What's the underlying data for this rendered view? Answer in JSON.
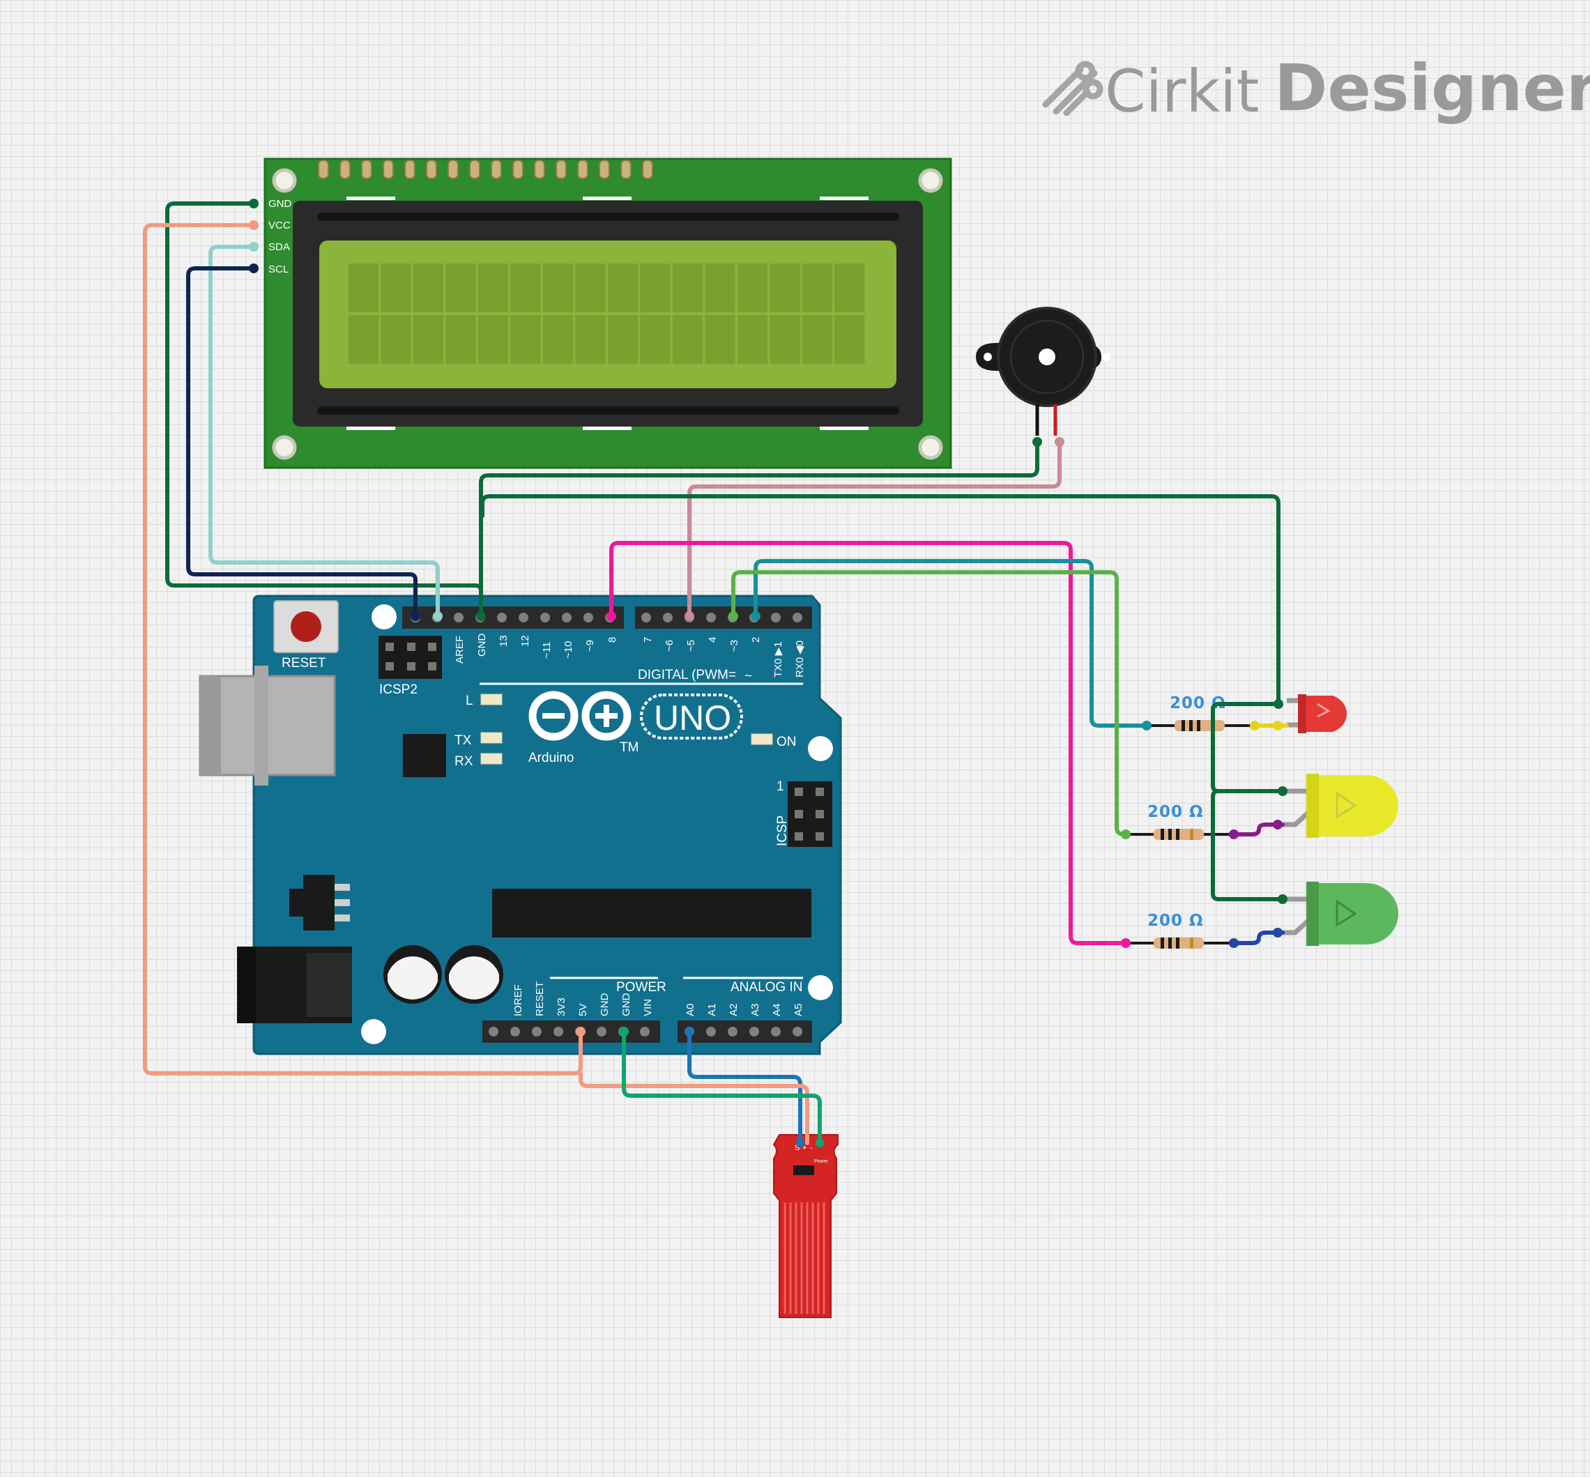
{
  "brand": {
    "name_light": "Cirkit",
    "name_bold": "Designer"
  },
  "lcd": {
    "pins": [
      "GND",
      "VCC",
      "SDA",
      "SCL"
    ]
  },
  "arduino": {
    "reset_label": "RESET",
    "icsp2_label": "ICSP2",
    "icsp_label": "ICSP",
    "icsp_pin1": "1",
    "digital_label": "DIGITAL (PWM=",
    "digital_tilde": "~",
    "top_pins_left": [
      "AREF",
      "GND",
      "13",
      "12",
      "~11",
      "~10",
      "~9",
      "8"
    ],
    "top_pins_right": [
      "7",
      "~6",
      "~5",
      "4",
      "~3",
      "2",
      "TX0 ▶1",
      "RX0 ◀0"
    ],
    "led_l": "L",
    "led_tx": "TX",
    "led_rx": "RX",
    "led_on": "ON",
    "logo_text": "Arduino",
    "model": "UNO",
    "tm": "TM",
    "power_label": "POWER",
    "power_pins": [
      "IOREF",
      "RESET",
      "3V3",
      "5V",
      "GND",
      "GND",
      "VIN"
    ],
    "analog_label": "ANALOG IN",
    "analog_pins": [
      "A0",
      "A1",
      "A2",
      "A3",
      "A4",
      "A5"
    ]
  },
  "resistors": [
    {
      "label": "200 Ω"
    },
    {
      "label": "200 Ω"
    },
    {
      "label": "200 Ω"
    }
  ],
  "leds": [
    {
      "color": "red",
      "hex": "#e53935"
    },
    {
      "color": "yellow",
      "hex": "#e8e82a"
    },
    {
      "color": "green",
      "hex": "#5cb85c"
    }
  ],
  "sensor": {
    "pins": [
      "S",
      "+",
      "-"
    ],
    "label": "Power"
  },
  "wire_colors": {
    "gnd": "#0b6b3a",
    "vcc": "#f29b82",
    "sda": "#8fd1cc",
    "scl": "#0e2451",
    "pin8": "#f0189a",
    "pin5": "#c8899a",
    "pin3": "#5cb04a",
    "pin2": "#17909c",
    "a0": "#1d75b5",
    "sensor_gnd": "#0fa56e",
    "purple": "#8b1a8b",
    "blue": "#2046a8"
  }
}
